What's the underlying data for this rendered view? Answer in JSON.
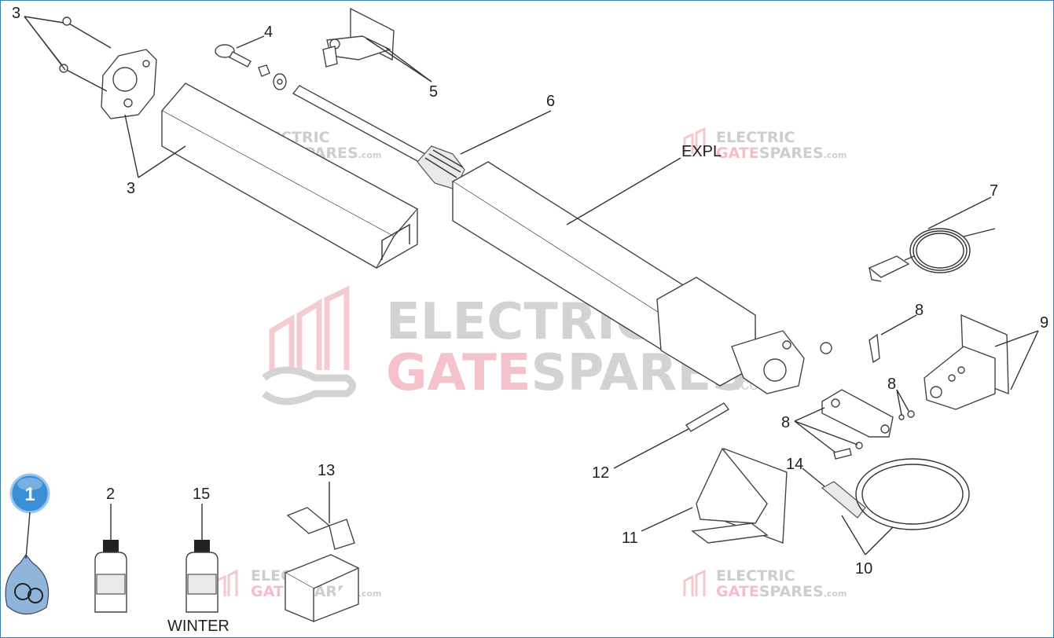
{
  "watermark": {
    "line1": "ELECTRIC",
    "line2_a": "GATE",
    "line2_b": "SPARES",
    "suffix": ".com",
    "gray": "#c8c8c8",
    "pink": "#f0b8c0"
  },
  "callouts": {
    "c1": "1",
    "c2": "2",
    "c3a": "3",
    "c3b": "3",
    "c4": "4",
    "c5": "5",
    "c6": "6",
    "c7": "7",
    "c8a": "8",
    "c8b": "8",
    "c8c": "8",
    "c9": "9",
    "c10": "10",
    "c11": "11",
    "c12": "12",
    "c13": "13",
    "c14": "14",
    "c15": "15",
    "expl": "EXPL",
    "winter": "WINTER"
  },
  "colors": {
    "badge": "#3b8fd6",
    "border": "#3a7fa8"
  }
}
